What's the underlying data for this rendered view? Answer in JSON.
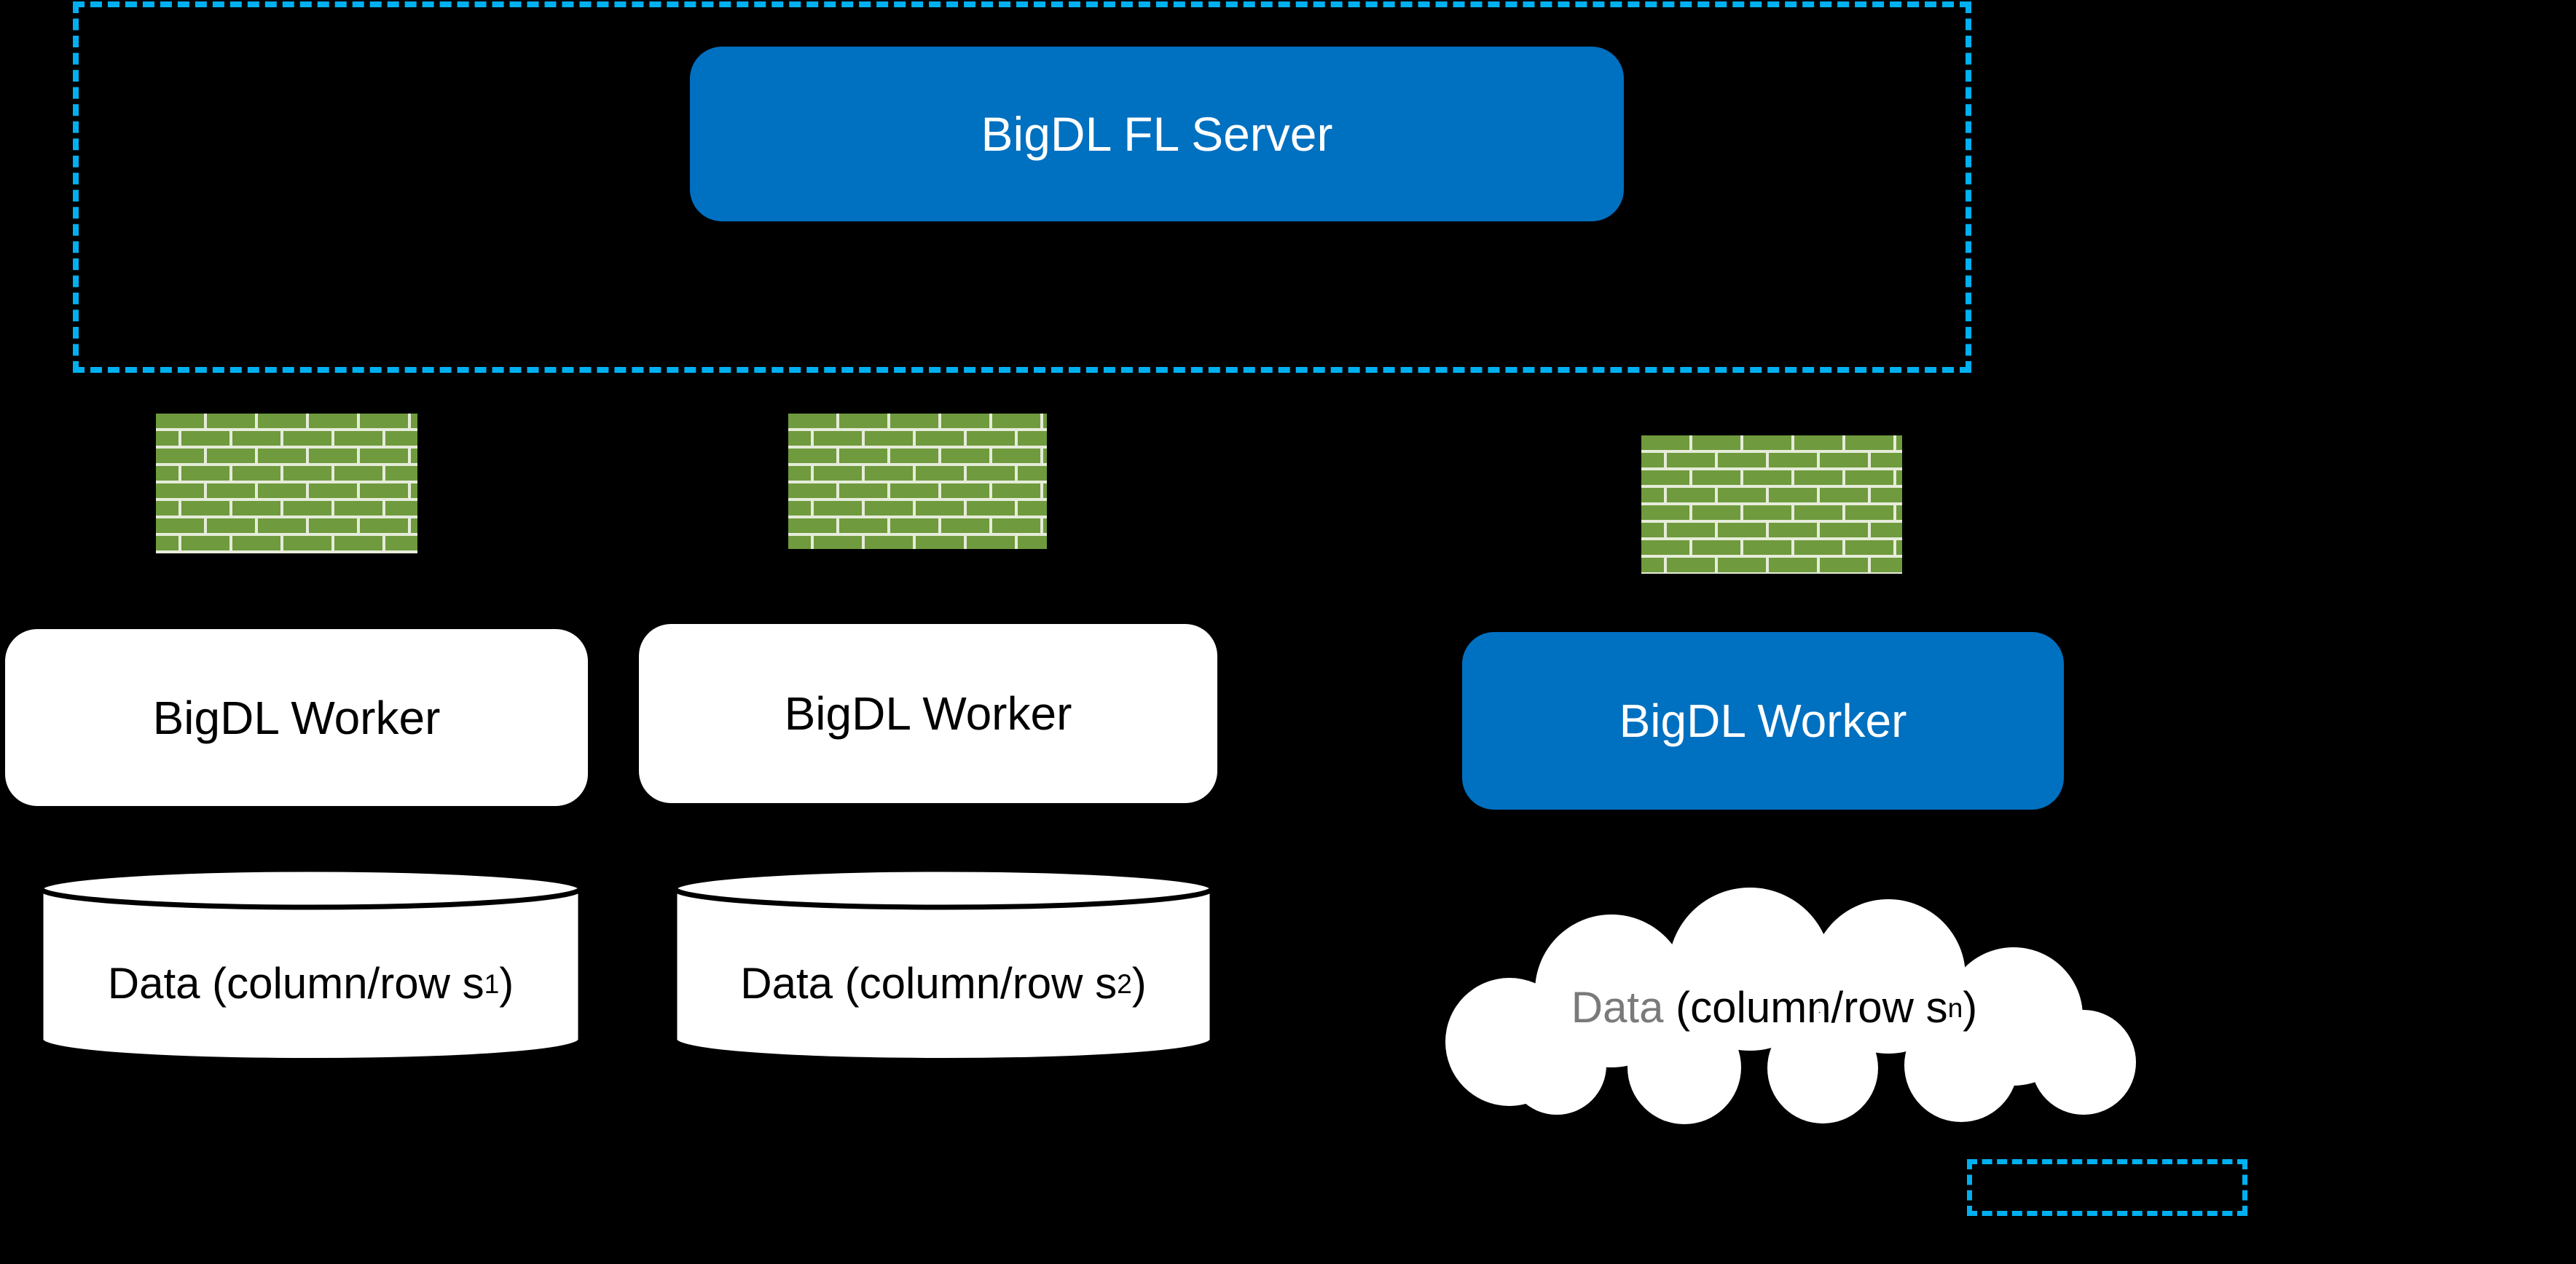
{
  "colors": {
    "background": "#000000",
    "node_blue": "#0070c0",
    "boundary_dash_cyan": "#00b0f0",
    "firewall_brick_green": "#6f9a3d",
    "firewall_mortar": "#e6ecda",
    "node_white": "#ffffff",
    "cloud_data_gray": "#7a7a7a"
  },
  "diagram": {
    "server": {
      "label": "BigDL FL Server"
    },
    "workers": [
      {
        "label": "BigDL Worker",
        "style": "white"
      },
      {
        "label": "BigDL Worker",
        "style": "white"
      },
      {
        "label": "BigDL Worker",
        "style": "blue"
      }
    ],
    "datastores": [
      {
        "shape": "cylinder",
        "text": "Data (column/row s",
        "subscript": "1",
        "suffix": ")"
      },
      {
        "shape": "cylinder",
        "text": "Data (column/row s",
        "subscript": "2",
        "suffix": ")"
      },
      {
        "shape": "cloud",
        "text_gray": "Data",
        "text": " (column/row s",
        "subscript": "n",
        "suffix": ")"
      }
    ]
  }
}
